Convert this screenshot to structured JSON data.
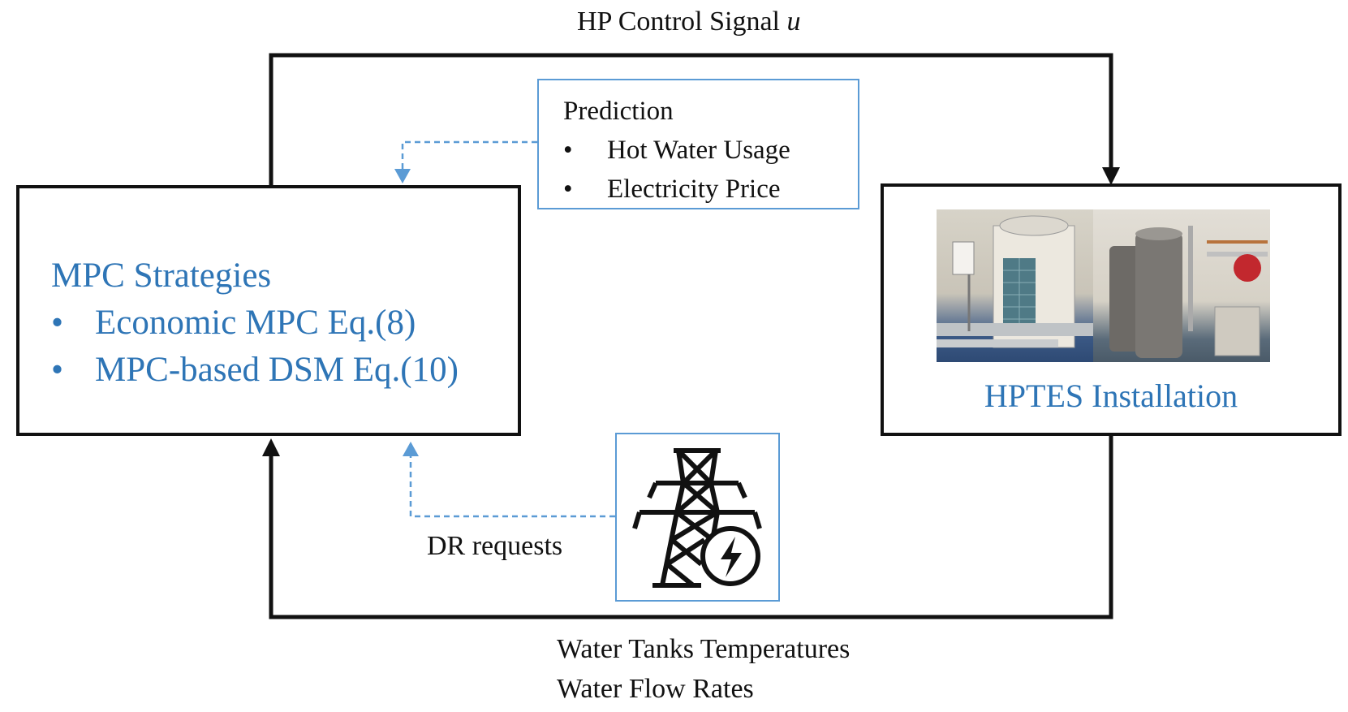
{
  "top_signal": {
    "text": "HP Control Signal ",
    "symbol": "u"
  },
  "prediction": {
    "title": "Prediction",
    "items": [
      "Hot Water Usage",
      "Electricity Price"
    ]
  },
  "mpc": {
    "title": "MPC Strategies",
    "items": [
      "Economic MPC Eq.(8)",
      "MPC-based DSM Eq.(10)"
    ]
  },
  "hptes": {
    "label": "HPTES Installation"
  },
  "dr": {
    "label": "DR requests"
  },
  "feedback": {
    "lines": [
      "Water Tanks Temperatures",
      "Water Flow Rates"
    ]
  },
  "colors": {
    "black": "#111111",
    "blue": "#5b9bd5",
    "accent_text": "#2e75b6"
  },
  "icons": {
    "grid": "power-tower-icon",
    "bolt": "lightning-bolt-icon"
  }
}
